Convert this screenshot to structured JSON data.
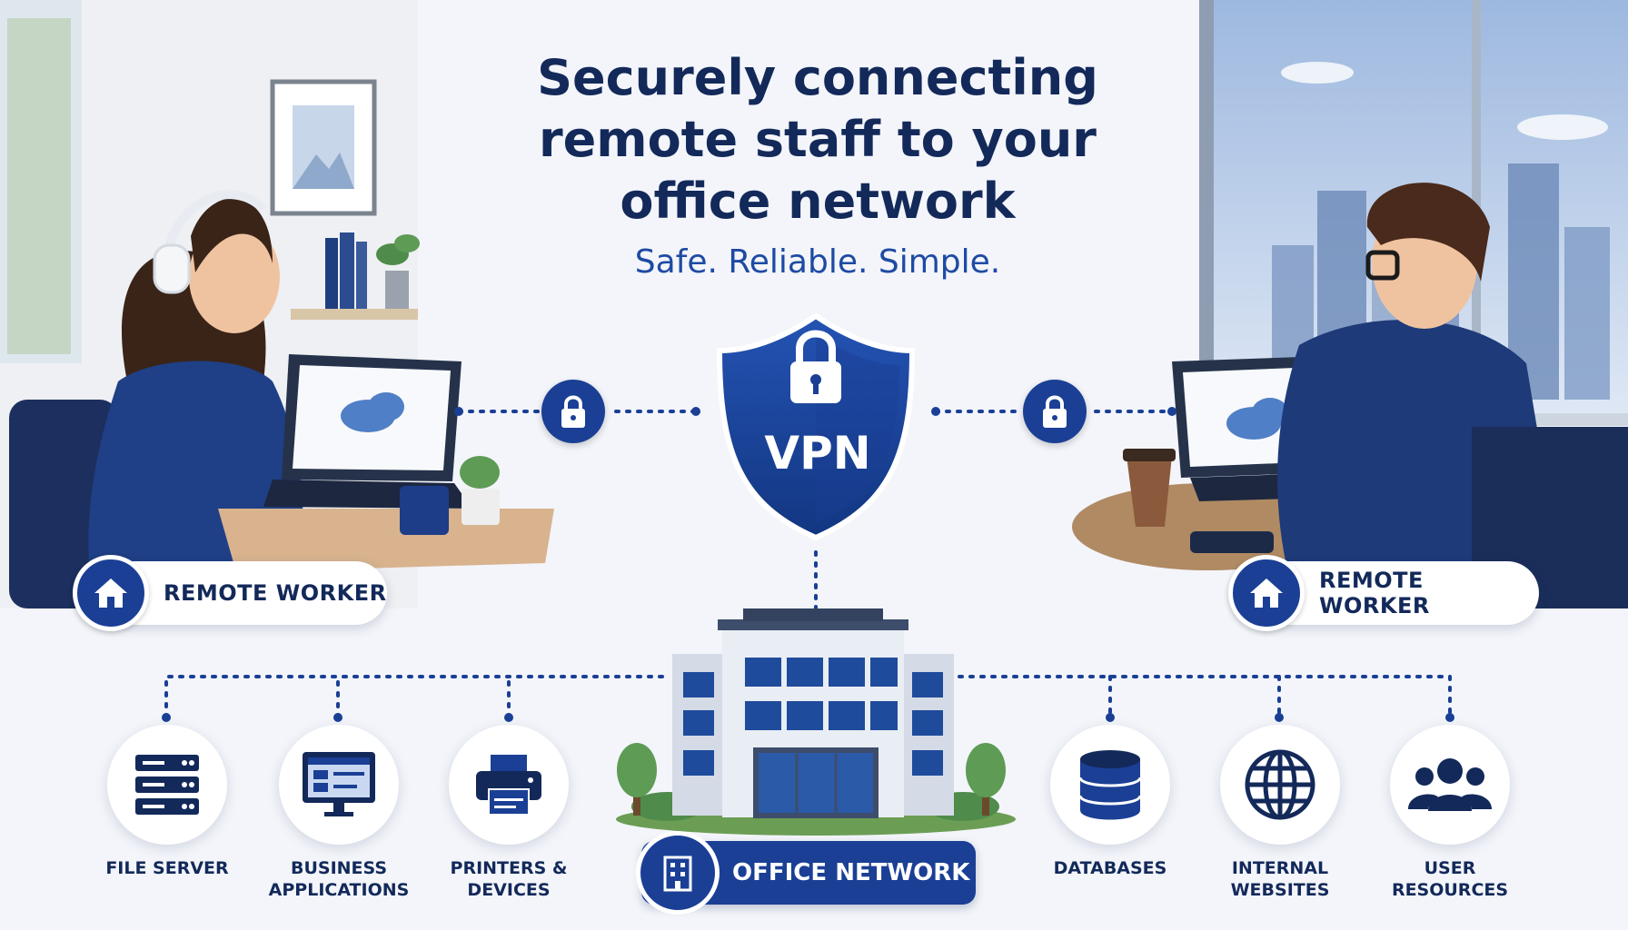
{
  "title": "Securely connecting remote staff to your office network",
  "subtitle": "Safe. Reliable. Simple.",
  "vpn_label": "VPN",
  "left_worker": {
    "label": "REMOTE WORKER",
    "icon": "house-icon"
  },
  "right_worker": {
    "label": "REMOTE WORKER",
    "icon": "house-icon"
  },
  "office": {
    "label": "OFFICE NETWORK",
    "icon": "building-icon"
  },
  "resources": [
    {
      "label_1": "FILE SERVER",
      "label_2": "",
      "icon": "server-icon"
    },
    {
      "label_1": "BUSINESS",
      "label_2": "APPLICATIONS",
      "icon": "monitor-app-icon"
    },
    {
      "label_1": "PRINTERS &",
      "label_2": "DEVICES",
      "icon": "printer-icon"
    },
    {
      "label_1": "DATABASES",
      "label_2": "",
      "icon": "database-icon"
    },
    {
      "label_1": "INTERNAL",
      "label_2": "WEBSITES",
      "icon": "globe-icon"
    },
    {
      "label_1": "USER",
      "label_2": "RESOURCES",
      "icon": "users-icon"
    }
  ],
  "colors": {
    "navy": "#13295a",
    "primary": "#1a3f95",
    "accent": "#1e4aa3",
    "background": "#f3f5fa"
  }
}
